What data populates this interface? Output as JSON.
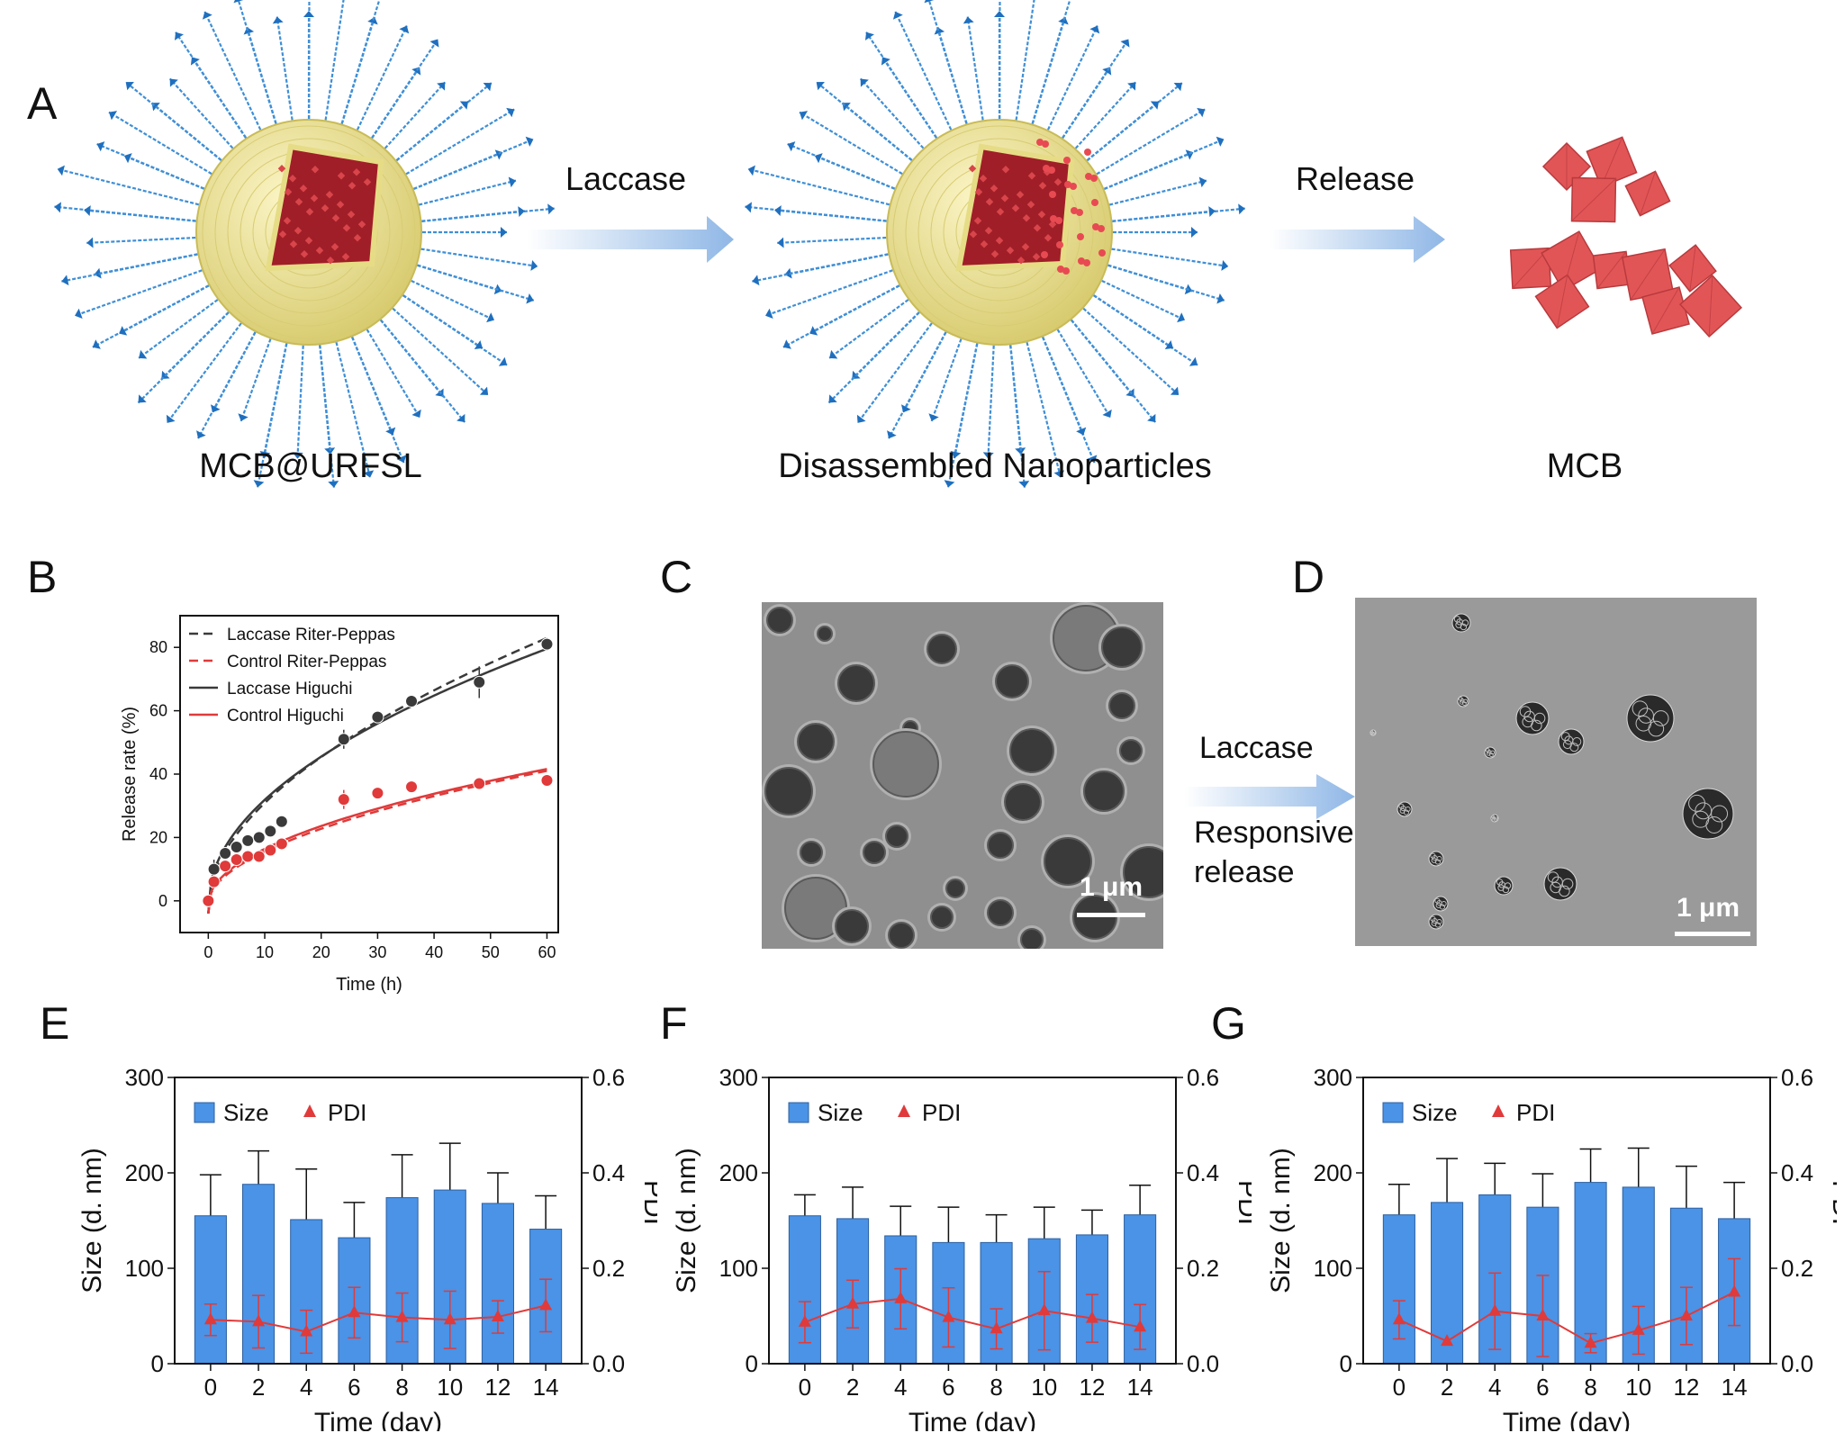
{
  "panels": {
    "a": "A",
    "b": "B",
    "c": "C",
    "d": "D",
    "e": "E",
    "f": "F",
    "g": "G"
  },
  "schematic": {
    "label_left": "MCB@URFSL",
    "label_middle": "Disassembled Nanoparticles",
    "label_right": "MCB",
    "arrow1": "Laccase",
    "arrow2": "Release",
    "colors": {
      "shell": "#efe79a",
      "core": "#a01e28",
      "ligand": "#3f8fd6",
      "crystal": "#e25556",
      "arrow": "#8fb7e6"
    }
  },
  "tem": {
    "arrow_line1": "Laccase",
    "arrow_line2": "Responsive",
    "arrow_line3": "release",
    "scale_c": "1 μm",
    "scale_d": "1 μm"
  },
  "chart_data": [
    {
      "panel": "B",
      "type": "scatter",
      "xlabel": "Time (h)",
      "ylabel": "Release rate (%)",
      "xlim": [
        -5,
        62
      ],
      "ylim": [
        -10,
        90
      ],
      "xticks": [
        0,
        10,
        20,
        30,
        40,
        50,
        60
      ],
      "yticks": [
        0,
        20,
        40,
        60,
        80
      ],
      "legend": [
        "Laccase Riter-Peppas",
        "Control Riter-Peppas",
        "Laccase Higuchi",
        "Control Higuchi"
      ],
      "legend_position": "top-left",
      "series": [
        {
          "name": "Laccase",
          "color": "#3a3a3a",
          "x": [
            0,
            1,
            3,
            5,
            7,
            9,
            11,
            13,
            24,
            30,
            36,
            48,
            60
          ],
          "y": [
            0,
            10,
            15,
            17,
            19,
            20,
            22,
            25,
            51,
            58,
            63,
            69,
            81
          ],
          "err": [
            0,
            3,
            0,
            0,
            0,
            0,
            0,
            0,
            3,
            0,
            0,
            5,
            2
          ]
        },
        {
          "name": "Control",
          "color": "#e03a3a",
          "x": [
            0,
            1,
            3,
            5,
            7,
            9,
            11,
            13,
            24,
            30,
            36,
            48,
            60
          ],
          "y": [
            0,
            6,
            11,
            13,
            14,
            14,
            16,
            18,
            32,
            34,
            36,
            37,
            38
          ],
          "err": [
            0,
            2,
            0,
            0,
            0,
            0,
            0,
            0,
            3,
            0,
            0,
            0,
            0
          ]
        }
      ]
    },
    {
      "panel": "E",
      "type": "bar",
      "categories": [
        "0",
        "2",
        "4",
        "6",
        "8",
        "10",
        "12",
        "14"
      ],
      "xlabel": "Time (day)",
      "ylabel": "Size (d. nm)",
      "y2label": "PDI",
      "ylim": [
        0,
        300
      ],
      "y2lim": [
        0,
        0.6
      ],
      "yticks": [
        0,
        100,
        200,
        300
      ],
      "y2ticks": [
        "0.0",
        "0.2",
        "0.4",
        "0.6"
      ],
      "legend": [
        "Size",
        "PDI"
      ],
      "series": [
        {
          "name": "Size",
          "values": [
            155,
            188,
            151,
            132,
            174,
            182,
            168,
            141
          ],
          "err": [
            43,
            35,
            53,
            37,
            45,
            49,
            32,
            35
          ]
        },
        {
          "name": "PDI",
          "values": [
            0.092,
            0.088,
            0.067,
            0.107,
            0.097,
            0.092,
            0.098,
            0.122
          ],
          "err": [
            0.033,
            0.055,
            0.045,
            0.053,
            0.051,
            0.06,
            0.034,
            0.055
          ]
        }
      ]
    },
    {
      "panel": "F",
      "type": "bar",
      "categories": [
        "0",
        "2",
        "4",
        "6",
        "8",
        "10",
        "12",
        "14"
      ],
      "xlabel": "Time (day)",
      "ylabel": "Size (d. nm)",
      "y2label": "PDI",
      "ylim": [
        0,
        300
      ],
      "y2lim": [
        0,
        0.6
      ],
      "yticks": [
        0,
        100,
        200,
        300
      ],
      "y2ticks": [
        "0.0",
        "0.2",
        "0.4",
        "0.6"
      ],
      "legend": [
        "Size",
        "PDI"
      ],
      "series": [
        {
          "name": "Size",
          "values": [
            155,
            152,
            134,
            127,
            127,
            131,
            135,
            156
          ],
          "err": [
            22,
            33,
            31,
            37,
            29,
            33,
            26,
            31
          ]
        },
        {
          "name": "PDI",
          "values": [
            0.087,
            0.125,
            0.136,
            0.097,
            0.073,
            0.111,
            0.095,
            0.077
          ],
          "err": [
            0.043,
            0.05,
            0.063,
            0.062,
            0.042,
            0.082,
            0.05,
            0.047
          ]
        }
      ]
    },
    {
      "panel": "G",
      "type": "bar",
      "categories": [
        "0",
        "2",
        "4",
        "6",
        "8",
        "10",
        "12",
        "14"
      ],
      "xlabel": "Time (day)",
      "ylabel": "Size (d. nm)",
      "y2label": "PDI",
      "ylim": [
        0,
        300
      ],
      "y2lim": [
        0,
        0.6
      ],
      "yticks": [
        0,
        100,
        200,
        300
      ],
      "y2ticks": [
        "0.0",
        "0.2",
        "0.4",
        "0.6"
      ],
      "legend": [
        "Size",
        "PDI"
      ],
      "series": [
        {
          "name": "Size",
          "values": [
            156,
            169,
            177,
            164,
            190,
            185,
            163,
            152
          ],
          "err": [
            32,
            46,
            33,
            35,
            35,
            41,
            44,
            38
          ]
        },
        {
          "name": "PDI",
          "values": [
            0.092,
            0.047,
            0.11,
            0.1,
            0.043,
            0.07,
            0.1,
            0.15
          ],
          "err": [
            0.04,
            0.0,
            0.08,
            0.085,
            0.02,
            0.05,
            0.06,
            0.07
          ]
        }
      ]
    }
  ]
}
